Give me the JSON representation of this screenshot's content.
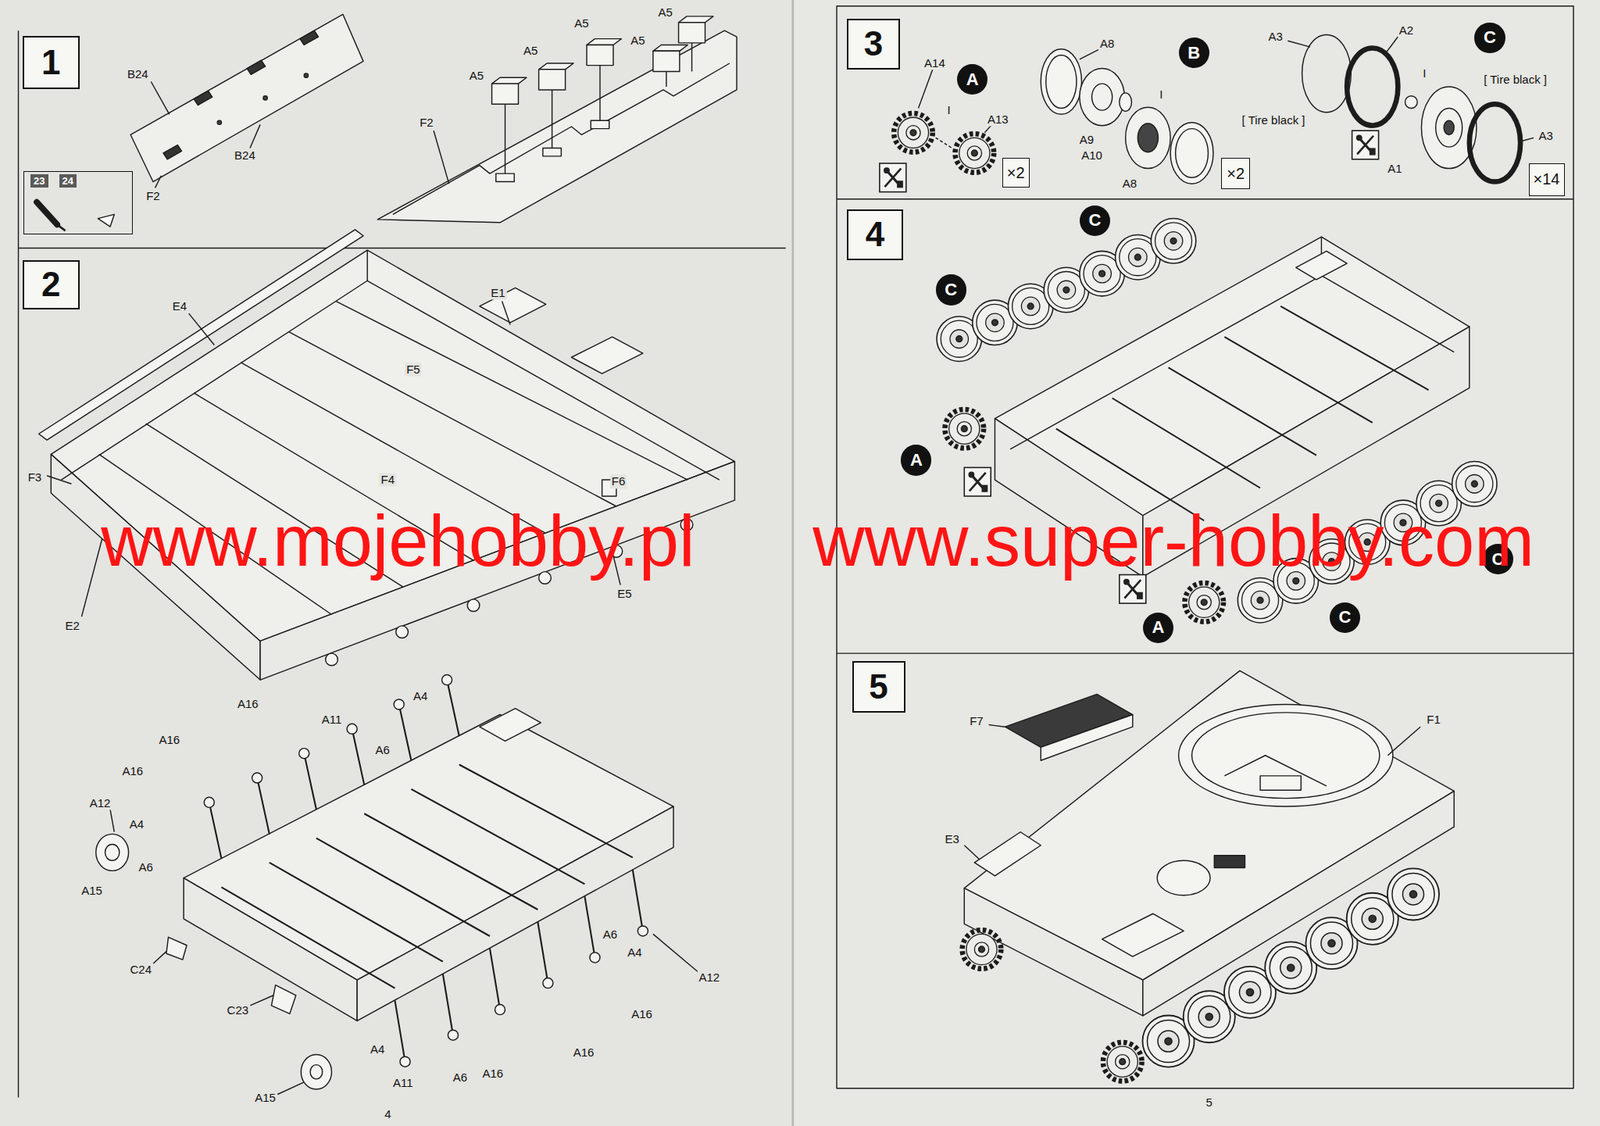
{
  "diagram": {
    "nodes": [
      {
        "text": [
          "1"
        ]
      },
      {
        "text": [
          "23",
          "24"
        ]
      },
      {
        "text": [
          "2"
        ]
      },
      {
        "text": [
          "3"
        ]
      },
      {
        "text": [
          "A"
        ]
      },
      {
        "text": [
          "×2"
        ]
      },
      {
        "text": [
          "B"
        ]
      },
      {
        "text": [
          "×2"
        ]
      },
      {
        "text": [
          "C"
        ]
      },
      {
        "text": [
          "×14"
        ]
      },
      {
        "text": [
          "4"
        ]
      },
      {
        "text": [
          "C"
        ]
      },
      {
        "text": [
          "C"
        ]
      },
      {
        "text": [
          "A"
        ]
      },
      {
        "text": [
          "C"
        ]
      },
      {
        "text": [
          "A"
        ]
      },
      {
        "text": [
          "C"
        ]
      },
      {
        "text": [
          "5"
        ]
      }
    ],
    "labels": [
      "B24",
      "B24",
      "F2",
      "F2",
      "A5",
      "A5",
      "A5",
      "A5",
      "A5",
      "E4",
      "E1",
      "F5",
      "F3",
      "F4",
      "F6",
      "E5",
      "E2",
      "A16",
      "A11",
      "A4",
      "A6",
      "A16",
      "A16",
      "A12",
      "A4",
      "A6",
      "A15",
      "C24",
      "C23",
      "A6",
      "A4",
      "A12",
      "A16",
      "A16",
      "A16",
      "A4",
      "A6",
      "A11",
      "A15",
      "4",
      "A14",
      "I",
      "A13",
      "A8",
      "I",
      "A9",
      "A10",
      "A8",
      "A3",
      "A2",
      "I",
      "[ Tire black ]",
      "[ Tire black ]",
      "A1",
      "A3",
      "F7",
      "F1",
      "E3",
      "5",
      "www.mojehobby.pl",
      "www.super-hobby.com"
    ]
  }
}
